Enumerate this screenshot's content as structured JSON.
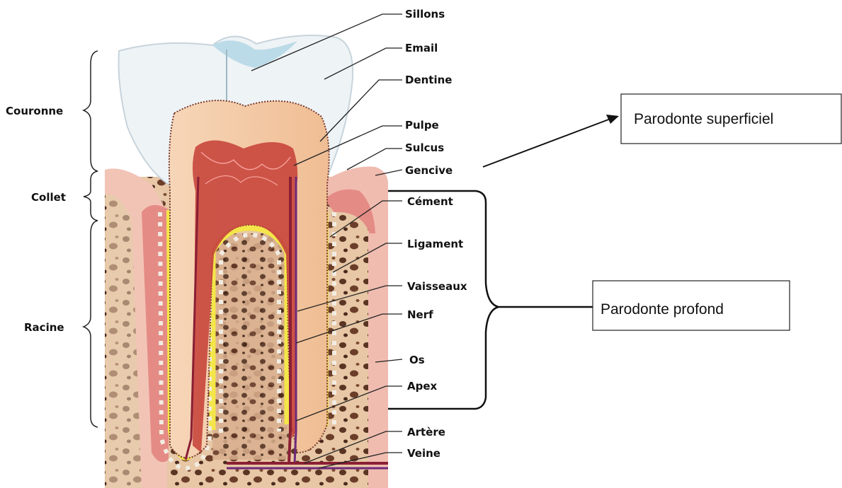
{
  "labels": {
    "sillons": "Sillons",
    "email": "Email",
    "dentine": "Dentine",
    "pulpe": "Pulpe",
    "sulcus": "Sulcus",
    "gencive": "Gencive",
    "cement": "Cément",
    "ligament": "Ligament",
    "vaisseaux": "Vaisseaux",
    "nerf": "Nerf",
    "os": "Os",
    "apex": "Apex",
    "artere": "Artère",
    "veine": "Veine"
  },
  "regions": {
    "couronne": "Couronne",
    "collet": "Collet",
    "racine": "Racine"
  },
  "boxes": {
    "superficiel": "Parodonte superficiel",
    "profond": "Parodonte profond"
  },
  "colors": {
    "enamel": "#eef2f4",
    "dentin": "#f3c9a3",
    "pulp": "#c8463c",
    "gum": "#e9a09a",
    "bone": "#e8c9a8",
    "cement": "#f6e94a",
    "vessel": "#a3304a"
  }
}
